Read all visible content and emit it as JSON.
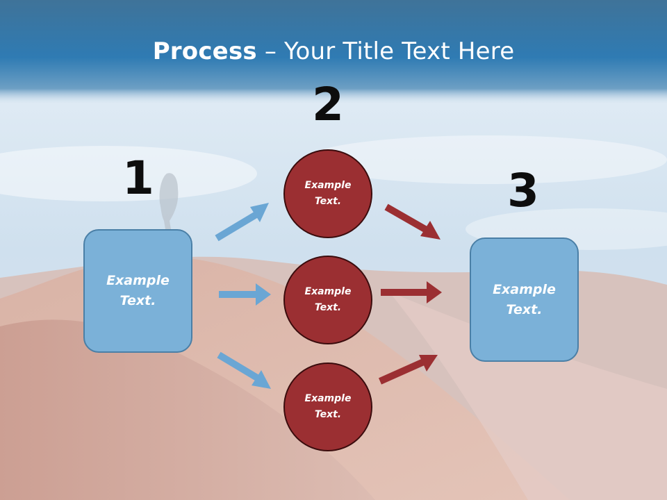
{
  "title": {
    "bold": "Process",
    "rest": " – Your Title Text Here"
  },
  "steps": {
    "one": "1",
    "two": "2",
    "three": "3"
  },
  "box_left": {
    "line1": "Example",
    "line2": "Text."
  },
  "box_right": {
    "line1": "Example",
    "line2": "Text."
  },
  "circles": [
    {
      "line1": "Example",
      "line2": "Text."
    },
    {
      "line1": "Example",
      "line2": "Text."
    },
    {
      "line1": "Example",
      "line2": "Text."
    }
  ],
  "colors": {
    "header_blue": "#2f78ad",
    "box_fill": "#7bb1d8",
    "circle_fill": "#9b2f32",
    "arrow_blue": "#6aa6d4",
    "arrow_red": "#9b2f32"
  }
}
